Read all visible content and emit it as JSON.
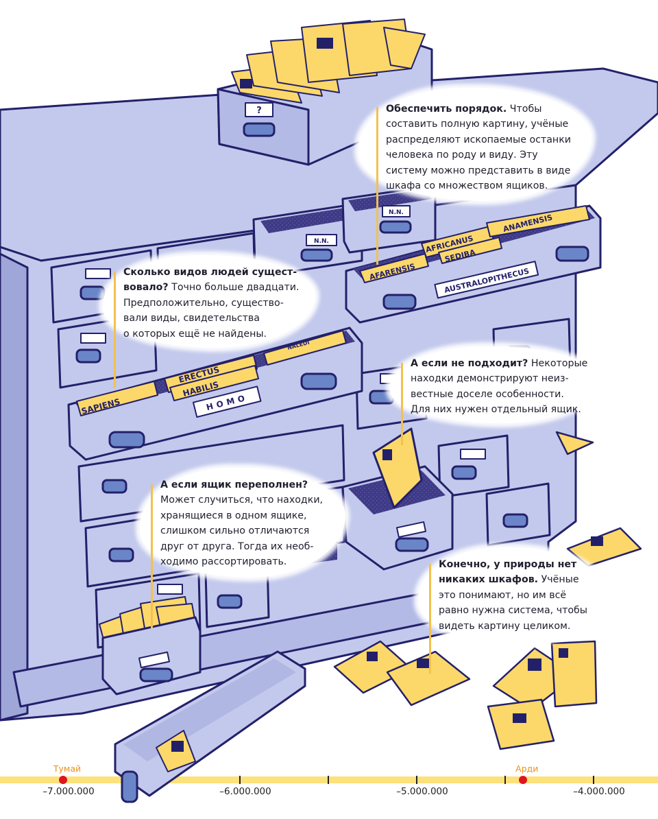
{
  "colors": {
    "cabinet": "#c3c9ec",
    "cabinet_shade": "#9fa7d8",
    "ink": "#23206a",
    "drawer_interior": "#3e3a86",
    "card_yellow": "#fcd86a",
    "handle": "#6b86c8",
    "timeline_bar": "#fde17b",
    "timeline_dot": "#e0141e",
    "timeline_event_label": "#e8901c",
    "callout_pin": "#f2c14e"
  },
  "illustration": {
    "top_drawer_label": "?",
    "drawer_labels": {
      "australopithecus": "AUSTRALOPITHECUS",
      "homo": "HOMO",
      "nn_1": "N.N.",
      "nn_2": "N.N."
    },
    "folder_tabs": {
      "australopithecus": [
        "AFARENSIS",
        "AFRICANUS",
        "SEDIBA",
        "ANAMENSIS"
      ],
      "homo": [
        "SAPIENS",
        "ERECTUS",
        "HABILIS",
        "NALEDI"
      ]
    }
  },
  "callouts": [
    {
      "id": "order",
      "title": "Обеспечить порядок.",
      "body": " Чтобы\nсоставить полную картину, учёные\nраспределяют ископаемые останки\nчеловека по роду и виду. Эту\nсистему можно представить в виде\nшкафа со множеством ящиков."
    },
    {
      "id": "how-many",
      "title": "Сколько видов людей сущест-\nвовало?",
      "body": " Точно больше двадцати.\nПредположительно, существо-\nвали виды, свидетельства\nо которых ещё не найдены."
    },
    {
      "id": "not-fit",
      "title": "А если не подходит?",
      "body": " Некоторые\nнаходки демонстрируют неиз-\nвестные доселе особенности.\nДля них нужен отдельный ящик."
    },
    {
      "id": "overflow",
      "title": "А если ящик переполнен?",
      "body": "\nМожет случиться, что находки,\nхранящиеся в одном ящике,\nслишком сильно отличаются\nдруг от друга. Тогда их необ-\nходимо рассортировать."
    },
    {
      "id": "nature",
      "title": "Конечно, у природы нет\nникаких шкафов.",
      "body": " Учёные\nэто понимают, но им всё\nравно нужна система, чтобы\nвидеть картину целиком."
    }
  ],
  "timeline": {
    "range_years": [
      -7250000,
      -3850000
    ],
    "tick_step": 500000,
    "labeled_ticks": [
      {
        "value": -7000000,
        "label": "–7.000.000"
      },
      {
        "value": -6000000,
        "label": "–6.000.000"
      },
      {
        "value": -5000000,
        "label": "–5.000.000"
      },
      {
        "value": -4000000,
        "label": "–4.000.000"
      }
    ],
    "unlabeled_ticks": [
      -6500000,
      -5500000,
      -4500000
    ],
    "events": [
      {
        "name": "Тумай",
        "value": -7000000
      },
      {
        "name": "Арди",
        "value": -4400000
      }
    ]
  }
}
